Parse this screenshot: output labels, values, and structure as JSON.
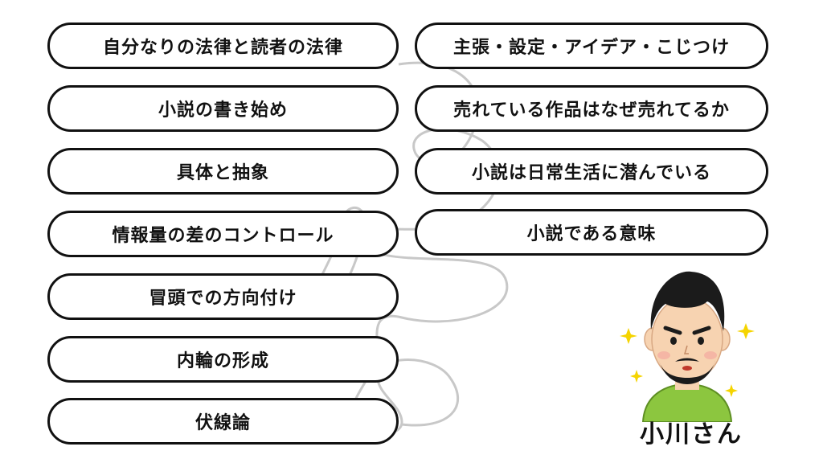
{
  "topics_left": [
    {
      "label": "自分なりの法律と読者の法律"
    },
    {
      "label": "小説の書き始め"
    },
    {
      "label": "具体と抽象"
    },
    {
      "label": "情報量の差のコントロール"
    },
    {
      "label": "冒頭での方向付け"
    },
    {
      "label": "内輪の形成"
    },
    {
      "label": "伏線論"
    }
  ],
  "topics_right": [
    {
      "label": "主張・設定・アイデア・こじつけ"
    },
    {
      "label": "売れている作品はなぜ売れてるか"
    },
    {
      "label": "小説は日常生活に潜んでいる"
    },
    {
      "label": "小説である意味"
    }
  ],
  "person": {
    "name": "小川さん"
  },
  "colors": {
    "border": "#111111",
    "swirl": "#c8c8c8",
    "skin": "#f7d3b1",
    "hair": "#1b1b1b",
    "shirt": "#8cc63f",
    "sparkle": "#f5d400"
  }
}
